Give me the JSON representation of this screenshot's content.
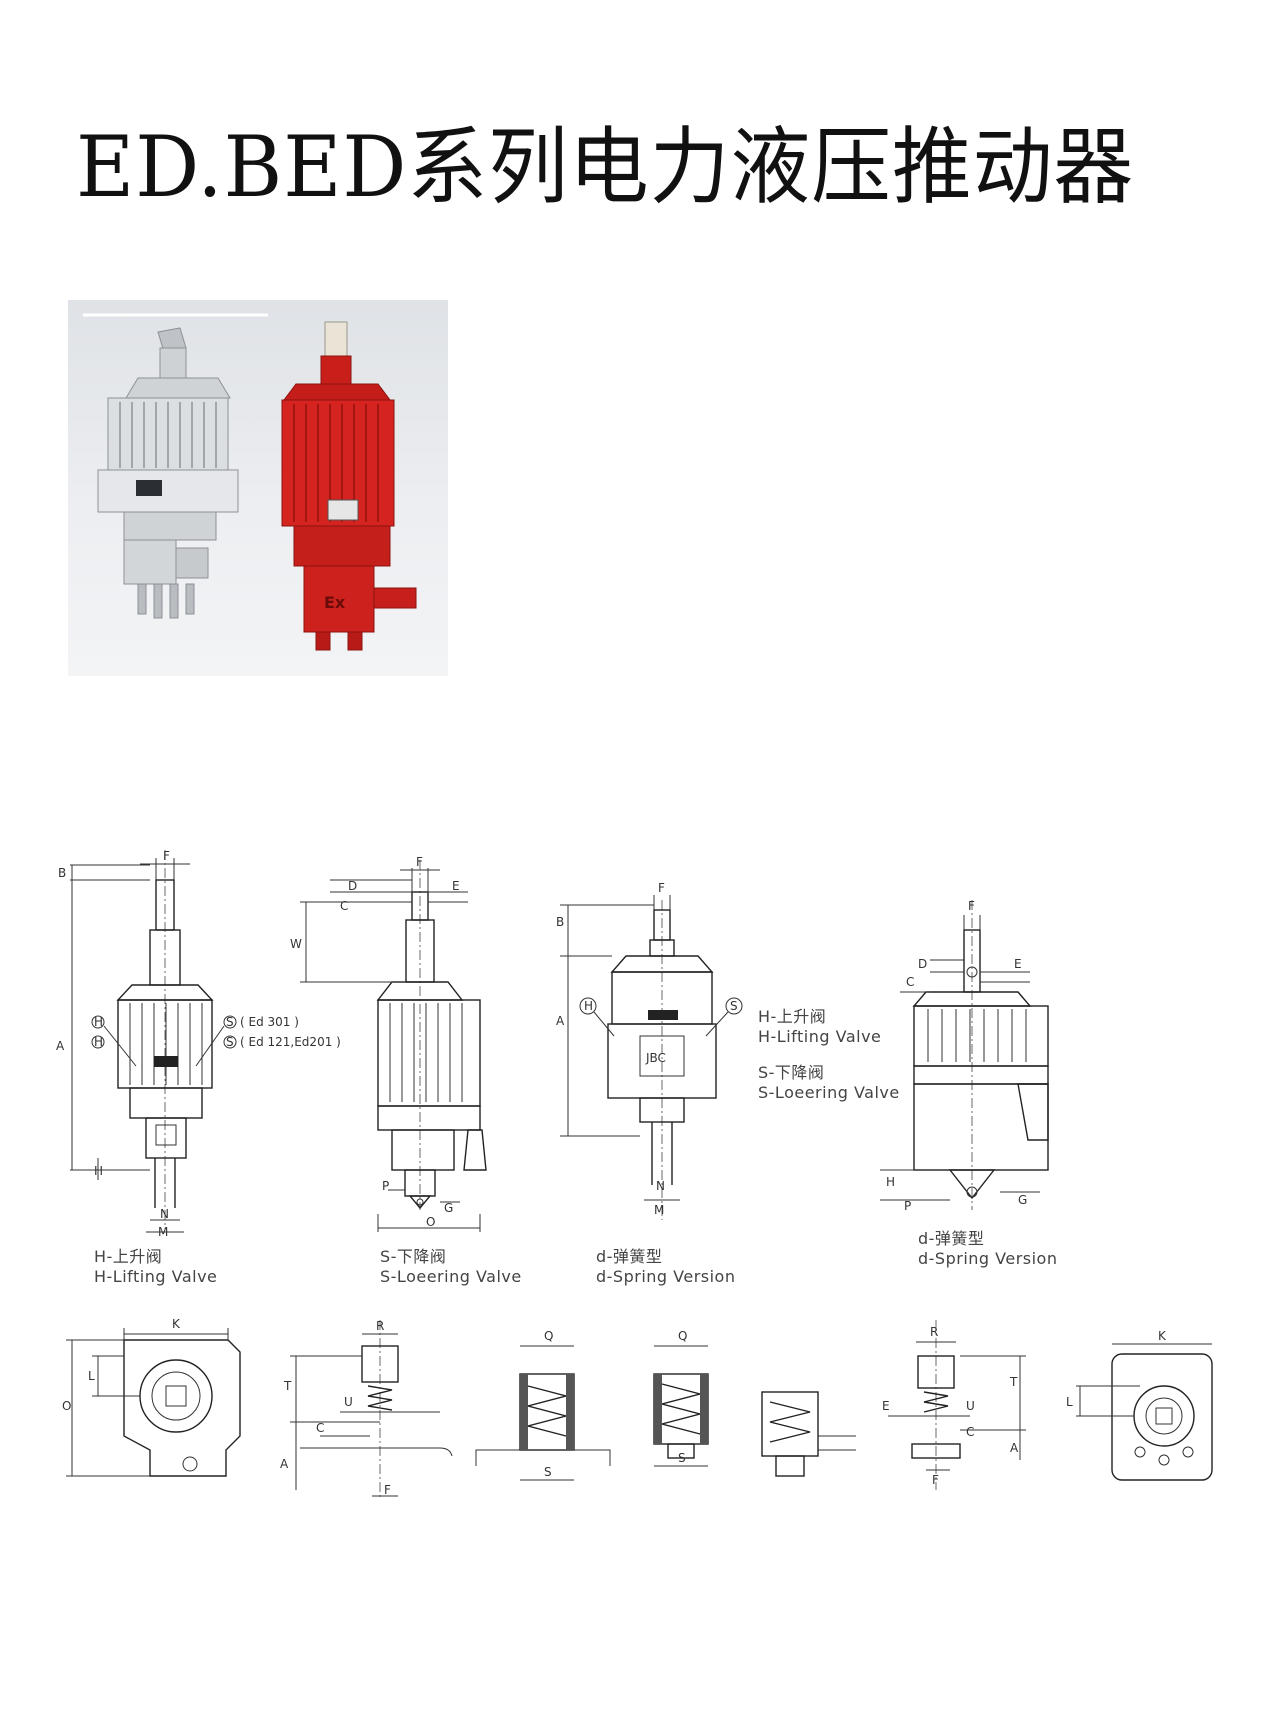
{
  "title": "ED.BED系列电力液压推动器",
  "photo": {
    "colors": {
      "silver_unit": "#d9dcdf",
      "red_unit": "#d4231f",
      "background": "#e6e8eb"
    },
    "ex_mark": "Ex"
  },
  "drawing1": {
    "dims": {
      "F": "F",
      "B": "B",
      "A": "A",
      "H": "H",
      "N": "N",
      "M": "M"
    },
    "valve_h": "H",
    "valve_s": "S",
    "note_ed301": "( Ed 301 )",
    "note_ed121": "( Ed 121,Ed201 )",
    "caption_cn": "H-上升阀",
    "caption_en": "H-Lifting Valve"
  },
  "drawing2": {
    "dims": {
      "F": "F",
      "D": "D",
      "E": "E",
      "C": "C",
      "W": "W",
      "P": "P",
      "G": "G",
      "O": "O"
    },
    "caption_cn": "S-下降阀",
    "caption_en": "S-Loeering Valve"
  },
  "drawing3": {
    "dims": {
      "F": "F",
      "B": "B",
      "A": "A",
      "N": "N",
      "M": "M"
    },
    "valve_h": "H",
    "valve_s": "S",
    "badge": "JBC",
    "legend_h_cn": "H-上升阀",
    "legend_h_en": "H-Lifting Valve",
    "legend_s_cn": "S-下降阀",
    "legend_s_en": "S-Loeering Valve",
    "caption_cn": "d-弹簧型",
    "caption_en": "d-Spring Version"
  },
  "drawing4": {
    "dims": {
      "F": "F",
      "D": "D",
      "E": "E",
      "C": "C",
      "H": "H",
      "P": "P",
      "G": "G"
    },
    "caption_cn": "d-弹簧型",
    "caption_en": "d-Spring Version"
  },
  "bottom": {
    "base_left": {
      "K": "K",
      "L": "L",
      "O": "O"
    },
    "rod_left": {
      "R": "R",
      "T": "T",
      "U": "U",
      "C": "C",
      "A": "A",
      "F": "F"
    },
    "spring1": {
      "Q": "Q",
      "S": "S"
    },
    "spring2": {
      "Q": "Q",
      "S": "S"
    },
    "rod_right": {
      "R": "R",
      "T": "T",
      "U": "U",
      "C": "C",
      "E": "E",
      "A": "A",
      "F": "F"
    },
    "base_right": {
      "K": "K",
      "L": "L"
    }
  }
}
